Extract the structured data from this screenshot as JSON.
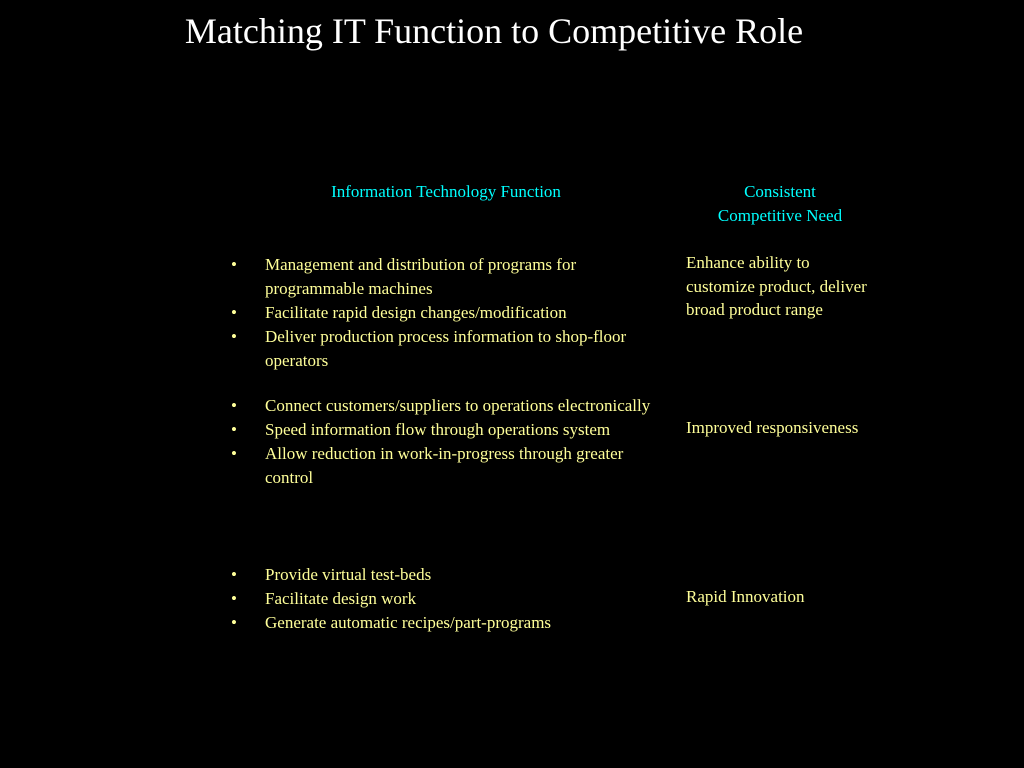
{
  "slide": {
    "title": "Matching IT Function to Competitive Role"
  },
  "columns": {
    "function_header": "Information Technology Function",
    "need_header_line1": "Consistent",
    "need_header_line2": "Competitive Need"
  },
  "bullet_glyph": "•",
  "groups": [
    {
      "functions": [
        "Management and distribution of programs for programmable machines",
        "Facilitate rapid design changes/modification",
        "Deliver production process information to shop-floor operators"
      ],
      "need": "Enhance ability to customize product, deliver broad product range"
    },
    {
      "functions": [
        "Connect customers/suppliers to operations electronically",
        "Speed information flow through operations system",
        "Allow reduction in work-in-progress through greater control"
      ],
      "need": "Improved responsiveness"
    },
    {
      "functions": [
        "Provide virtual test-beds",
        "Facilitate design work",
        "Generate automatic recipes/part-programs"
      ],
      "need": "Rapid Innovation"
    }
  ],
  "colors": {
    "background": "#000000",
    "title": "#ffffff",
    "header": "#00ffff",
    "body": "#ffff99"
  }
}
